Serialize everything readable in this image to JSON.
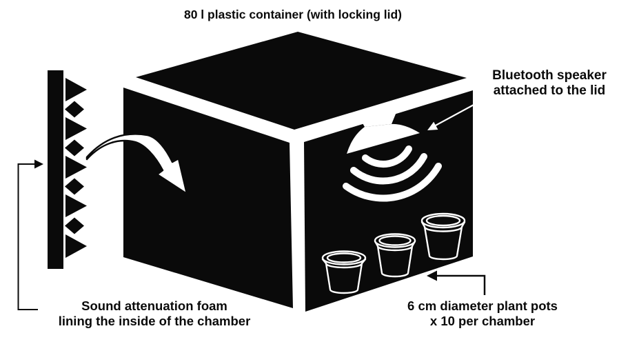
{
  "title": "80 l plastic container (with locking lid)",
  "labels": {
    "speaker": {
      "line1": "Bluetooth speaker",
      "line2": "attached to the lid"
    },
    "foam": {
      "line1": "Sound attenuation foam",
      "line2": "lining the inside of the chamber"
    },
    "pots": {
      "line1": "6 cm diameter plant pots",
      "line2": "x 10 per chamber"
    }
  },
  "colors": {
    "ink": "#0a0a0a",
    "background": "#ffffff"
  },
  "figure": {
    "type": "annotated-diagram",
    "subject": "sound exposure chamber",
    "visible_elements": {
      "plant_pots_drawn": 3,
      "sound_wave_arcs": 3,
      "foam_wedges": 5,
      "foam_diamonds": 4
    }
  }
}
